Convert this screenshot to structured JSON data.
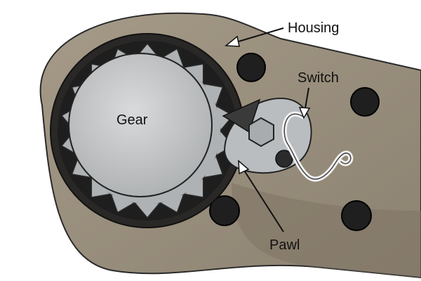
{
  "labels": {
    "housing": "Housing",
    "switch": "Switch",
    "gear": "Gear",
    "pawl": "Pawl"
  },
  "colors": {
    "background": "#ffffff",
    "housing_fill": "#9a8f7e",
    "housing_shadow": "#7f7565",
    "gear_face": "#c2c4c6",
    "gear_teeth": "#aeb2b4",
    "socket_dark": "#1e1e1e",
    "bolt": "#1f1f1f",
    "pawl_fill": "#b9bdbf",
    "switch_wire": "#e6e6e6",
    "label_text": "#111111"
  }
}
